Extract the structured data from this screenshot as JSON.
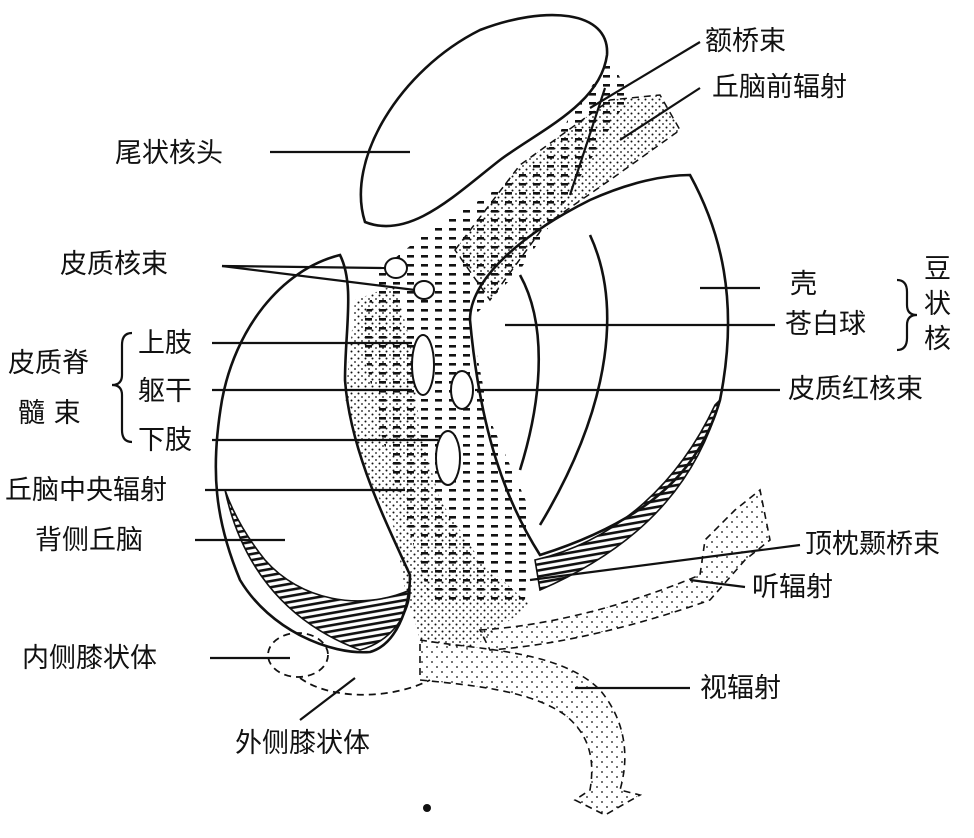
{
  "labels": {
    "e_qiao_shu": "额桥束",
    "qiunao_qian_fushe": "丘脑前辐射",
    "weizhuang_he_tou": "尾状核头",
    "pizhi_he_shu": "皮质核束",
    "ke": "壳",
    "cang_bai_qiu": "苍白球",
    "dou_zhuang_he_1": "豆",
    "dou_zhuang_he_2": "状",
    "dou_zhuang_he_3": "核",
    "pizhi_ji_1": "皮质脊",
    "pizhi_ji_2": "髓 束",
    "shang_zhi": "上肢",
    "qu_gan": "躯干",
    "xia_zhi": "下肢",
    "pizhi_hong_he_shu": "皮质红核束",
    "qiunao_zhongyang_fushe": "丘脑中央辐射",
    "bei_ce_qiunao": "背侧丘脑",
    "ding_zhen_nie_qiao_shu": "顶枕颞桥束",
    "ting_fushe": "听辐射",
    "nei_ce_xi_zhuang_ti": "内侧膝状体",
    "shi_fushe": "视辐射",
    "wai_ce_xi_zhuang_ti": "外侧膝状体"
  },
  "colors": {
    "ink": "#111111",
    "paper": "#ffffff"
  }
}
